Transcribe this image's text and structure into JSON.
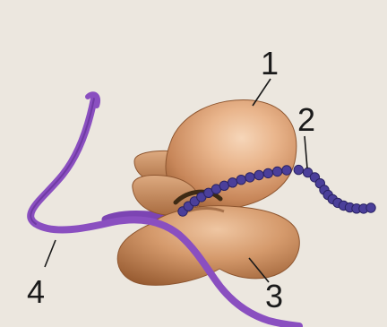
{
  "labels": [
    {
      "id": "1",
      "text": "1"
    },
    {
      "id": "2",
      "text": "2"
    },
    {
      "id": "3",
      "text": "3"
    },
    {
      "id": "4",
      "text": "4"
    }
  ],
  "colors": {
    "background": "#ece7df",
    "ribosome_light": "#e9b58c",
    "ribosome_mid": "#c8875a",
    "ribosome_dark": "#8e5630",
    "chain_bead": "#4b3f9a",
    "chain_bead_dark": "#2a2363",
    "mrna": "#8a4fc0",
    "mrna_dark": "#5f2d91",
    "leader_line": "#1a1a1a",
    "label_text": "#1a1a1a"
  }
}
